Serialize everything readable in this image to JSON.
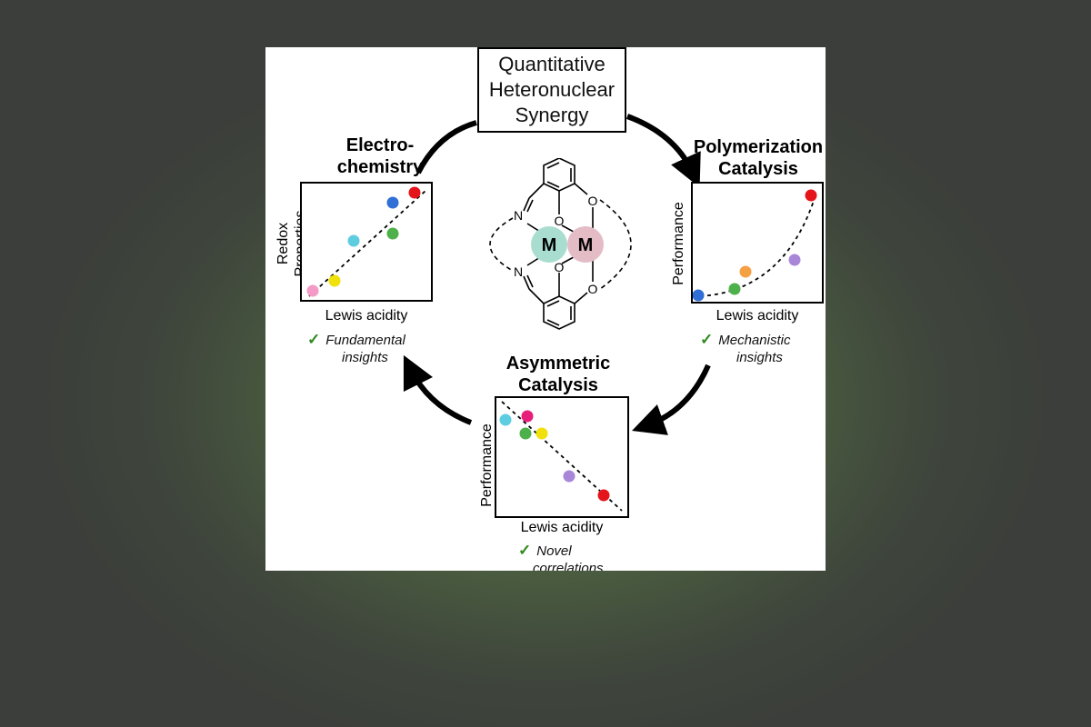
{
  "title": [
    "Quantitative",
    "Heteronuclear",
    "Synergy"
  ],
  "center": {
    "metal_left": "M",
    "metal_right": "M",
    "nitrogen": "N",
    "oxygen": "O"
  },
  "panels": {
    "electrochemistry": {
      "heading": [
        "Electro-",
        "chemistry"
      ],
      "ylabel": [
        "Redox",
        "Properties"
      ],
      "xlabel": "Lewis acidity",
      "note": [
        "Fundamental",
        "insights"
      ],
      "points": [
        {
          "color": "#f39ac6"
        },
        {
          "color": "#f0e10a"
        },
        {
          "color": "#5fcde0"
        },
        {
          "color": "#4db04a"
        },
        {
          "color": "#2f6fd6"
        },
        {
          "color": "#e5141b"
        }
      ]
    },
    "polymerization": {
      "heading": [
        "Polymerization",
        "Catalysis"
      ],
      "ylabel": [
        "Performance"
      ],
      "xlabel": "Lewis acidity",
      "note": [
        "Mechanistic",
        "insights"
      ],
      "points": [
        {
          "color": "#2f6fd6"
        },
        {
          "color": "#4db04a"
        },
        {
          "color": "#f5a043"
        },
        {
          "color": "#a987d8"
        },
        {
          "color": "#e5141b"
        }
      ]
    },
    "asymmetric": {
      "heading": [
        "Asymmetric",
        "Catalysis"
      ],
      "ylabel": [
        "Performance"
      ],
      "xlabel": "Lewis acidity",
      "note": [
        "Novel",
        "correlations"
      ],
      "points": [
        {
          "color": "#5fcde0"
        },
        {
          "color": "#e81e7b"
        },
        {
          "color": "#4db04a"
        },
        {
          "color": "#f0e10a"
        },
        {
          "color": "#a987d8"
        },
        {
          "color": "#e5141b"
        }
      ]
    }
  },
  "colors": {
    "check": "#2f8a1e",
    "metal_left_bg": "#a9ddd0",
    "metal_right_bg": "#e3bcc6"
  },
  "check_mark": "✓"
}
